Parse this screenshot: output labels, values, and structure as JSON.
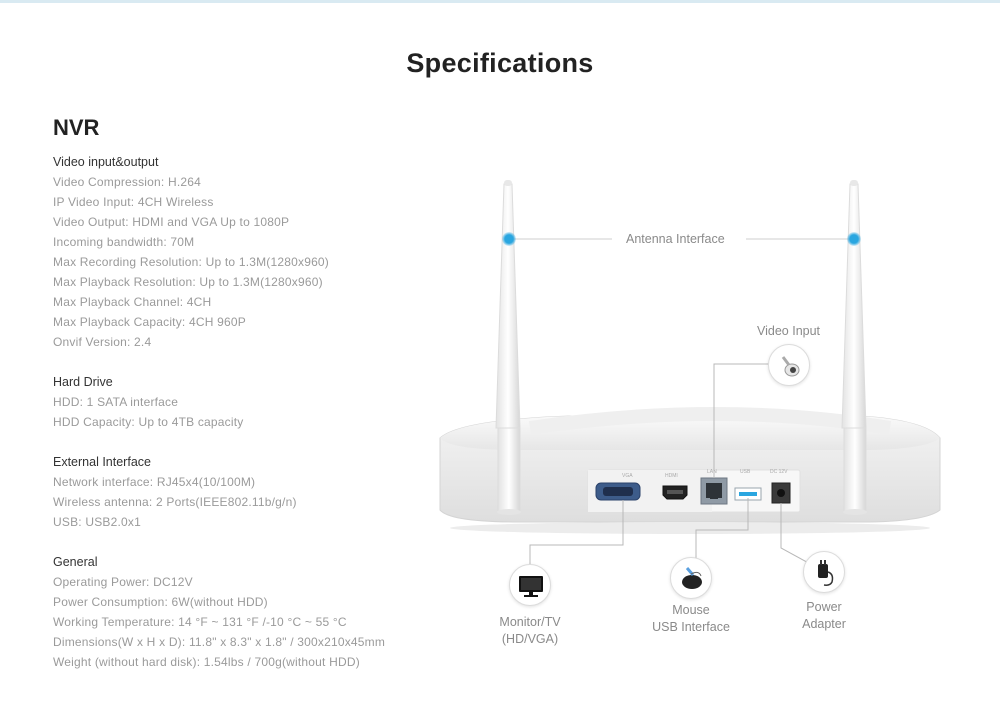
{
  "title": "Specifications",
  "product": "NVR",
  "groups": [
    {
      "title": "Video input&output",
      "lines": [
        "Video Compression: H.264",
        "IP Video Input: 4CH Wireless",
        "Video Output: HDMI and VGA Up to 1080P",
        "Incoming bandwidth: 70M",
        "Max Recording Resolution: Up to 1.3M(1280x960)",
        "Max Playback Resolution: Up to 1.3M(1280x960)",
        "Max Playback Channel: 4CH",
        "Max Playback Capacity: 4CH 960P",
        "Onvif Version: 2.4"
      ]
    },
    {
      "title": "Hard Drive",
      "lines": [
        "HDD: 1 SATA interface",
        "HDD Capacity: Up to 4TB capacity"
      ]
    },
    {
      "title": "External Interface",
      "lines": [
        "Network interface: RJ45x4(10/100M)",
        "Wireless antenna: 2 Ports(IEEE802.11b/g/n)",
        "USB: USB2.0x1"
      ]
    },
    {
      "title": "General",
      "lines": [
        "Operating Power: DC12V",
        "Power Consumption: 6W(without HDD)",
        "Working Temperature: 14 °F ~ 131 °F /-10 °C ~ 55 °C",
        "Dimensions(W x H x D): 11.8\"  x 8.3\"  x 1.8\"  / 300x210x45mm",
        "Weight (without hard disk): 1.54lbs / 700g(without HDD)"
      ]
    }
  ],
  "diagram": {
    "antenna_label": "Antenna Interface",
    "video_input_label": "Video Input",
    "monitor_label_1": "Monitor/TV",
    "monitor_label_2": "(HD/VGA)",
    "mouse_label_1": "Mouse",
    "mouse_label_2": "USB Interface",
    "power_label_1": "Power",
    "power_label_2": "Adapter",
    "port_vga": "VGA",
    "port_hdmi": "HDMI",
    "port_lan": "LAN",
    "port_usb": "USB",
    "port_dc": "DC 12V"
  },
  "colors": {
    "accent": "#2aa6e0",
    "text_muted": "#9a9a9a",
    "heading": "#222222"
  }
}
